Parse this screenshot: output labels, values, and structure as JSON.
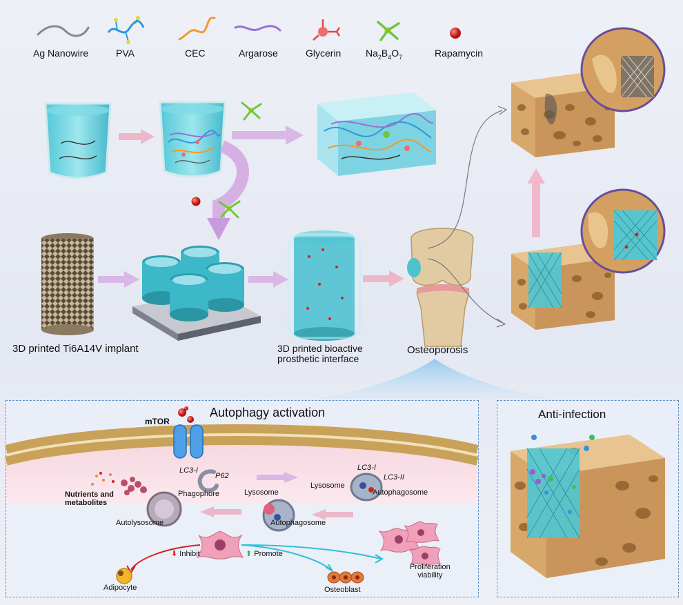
{
  "legend": [
    {
      "label": "Ag Nanowire",
      "icon": "ag-nanowire-icon"
    },
    {
      "label": "PVA",
      "icon": "pva-icon"
    },
    {
      "label": "CEC",
      "icon": "cec-icon"
    },
    {
      "label": "Argarose",
      "icon": "argarose-icon"
    },
    {
      "label": "Glycerin",
      "icon": "glycerin-icon"
    },
    {
      "label": "Na2B4O7",
      "icon": "borax-icon"
    },
    {
      "label": "Rapamycin",
      "icon": "rapamycin-icon"
    }
  ],
  "borax": {
    "base": "Na",
    "s1": "2",
    "mid1": "B",
    "s2": "4",
    "mid2": "O",
    "s3": "7"
  },
  "workflow": {
    "implant_label": "3D printed Ti6A14V implant",
    "interface_label_line1": "3D printed bioactive",
    "interface_label_line2": "prosthetic interface",
    "osteoporosis_label": "Osteoporosis"
  },
  "autophagy": {
    "title": "Autophagy activation",
    "mtor": "mTOR",
    "lc3_i": "LC3-I",
    "p62": "P62",
    "phagophore": "Phagophore",
    "lysosome_right": "Lysosome",
    "lc3_i_right": "LC3-I",
    "lc3_ii_right": "LC3-II",
    "autophagosome_right": "Autophagosome",
    "nutrients_line1": "Nutrients and",
    "nutrients_line2": "metabolites",
    "autolysosome": "Autolysosome",
    "lysosome_center": "Lysosome",
    "autophagosome_center": "Autophagosome",
    "inhibit": "Inhibit",
    "promote": "Promote",
    "adipocyte": "Adipocyte",
    "osteoblast": "Osteoblast",
    "proliferation_line1": "Proliferation",
    "proliferation_line2": "viability"
  },
  "infection": {
    "title": "Anti-infection"
  },
  "colors": {
    "hydrogel": "#5ec9d6",
    "bone": "#d7a86a",
    "bone_dark": "#a8743c",
    "arrow_pink": "#e8b0c8",
    "arrow_purple": "#c9a6e2",
    "panel_border": "#5b8fc6",
    "rapamycin": "#d42020"
  }
}
